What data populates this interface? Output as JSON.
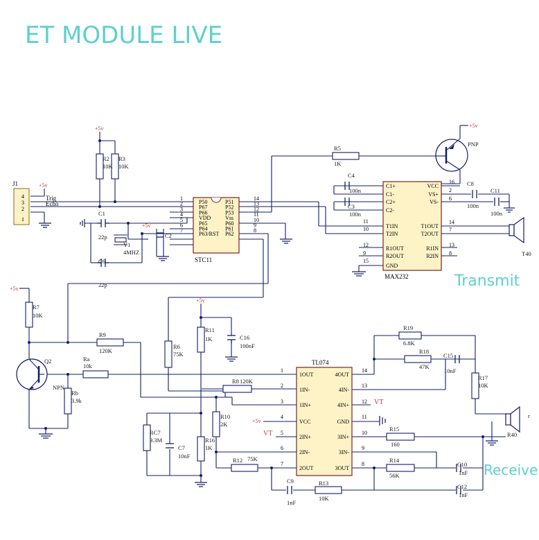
{
  "title": "ET MODULE LIVE",
  "sections": {
    "transmit": "Transmit",
    "receive": "Receive"
  },
  "colors": {
    "accent": "#5fd0cf",
    "ink": "#1a1a1a",
    "wire": "#111d6a"
  },
  "power": {
    "vcc": "+5v",
    "vt": "VT"
  },
  "j1": {
    "ref": "J1",
    "pins": [
      "4",
      "3",
      "2",
      "1"
    ],
    "nets": [
      "Trig",
      "Echo"
    ]
  },
  "mcu": {
    "ref": "STC11",
    "left_pins": [
      "P50",
      "P67",
      "P66",
      "VDD",
      "P65",
      "P64",
      "P63/RST"
    ],
    "right_pins": [
      "P51",
      "P52",
      "P53",
      "Vss",
      "P60",
      "P61",
      "P62"
    ],
    "left_nums": [
      "1",
      "2",
      "3",
      "4",
      "5",
      "6",
      "7"
    ],
    "right_nums": [
      "14",
      "13",
      "12",
      "11",
      "10",
      "9",
      "8"
    ]
  },
  "max232": {
    "ref": "MAX232",
    "left_pins": [
      "C1+",
      "C1-",
      "C2+",
      "C2-",
      "T1IN",
      "T2IN",
      "R1OUT",
      "R2OUT",
      "GND"
    ],
    "right_pins": [
      "VCC",
      "VS+",
      "VS-",
      "T1OUT",
      "T2OUT",
      "R1IN",
      "R2IN"
    ],
    "left_nums": [
      "11",
      "10",
      "12",
      "9",
      "15"
    ],
    "right_nums": [
      "16",
      "2",
      "6",
      "14",
      "7",
      "13",
      "8"
    ]
  },
  "tl074": {
    "ref": "TL074",
    "left_pins": [
      "1OUT",
      "1IN-",
      "1IN+",
      "VCC",
      "2IN+",
      "2IN-",
      "2OUT"
    ],
    "right_pins": [
      "4OUT",
      "4IN-",
      "4IN+",
      "GND",
      "3IN+",
      "3IN-",
      "3OUT"
    ],
    "left_nums": [
      "1",
      "2",
      "3",
      "4",
      "5",
      "6",
      "7"
    ],
    "right_nums": [
      "14",
      "13",
      "12",
      "11",
      "10",
      "9",
      "8"
    ]
  },
  "parts": {
    "R2": "R2",
    "R2v": "10K",
    "R3": "R3",
    "R3v": "10K",
    "R5": "R5",
    "R5v": "1K",
    "PNP": "PNP",
    "C1": "C1",
    "C1v": "22p",
    "C2": "C2",
    "C6": "C6",
    "C6v": "22p",
    "Y1": "Y1",
    "Y1v": "4MHZ",
    "C4": "C4",
    "C4v": "100n",
    "C3": "C3",
    "C3v": "100n",
    "C8": "C8",
    "C8v": "100n",
    "C11": "C11",
    "C11v": "100n",
    "T40": "T40",
    "R7": "R7",
    "R7v": "10K",
    "Q2": "Q2",
    "NPN": "NPN",
    "R9": "R9",
    "R9v": "120K",
    "Ra": "Ra",
    "Rav": "10k",
    "Rb": "Rb",
    "Rbv": "3.9k",
    "R11": "R11",
    "R11v": "1K",
    "C16": "C16",
    "C16v": "100nF",
    "R6": "R6",
    "R6v": "75K",
    "R8": "R8",
    "R8v": "120K",
    "R19": "R19",
    "R19v": "6.8K",
    "R18": "R18",
    "R18v": "47K",
    "C15": "C15",
    "C15v": "10nF",
    "R17": "R17",
    "R17v": "10K",
    "R40": "R40",
    "r": "r",
    "RC7": "RC7",
    "RC7v": "3.3M",
    "C7": "C7",
    "C7v": "10nF",
    "R10": "R10",
    "R10v": "2K",
    "R16": "R16",
    "R16v": "1K",
    "R15": "R15",
    "R15v": "160",
    "R12": "R12",
    "R12v": "75K",
    "R14": "R14",
    "R14v": "56K",
    "C10": "C10",
    "C10v": "1nF",
    "C9": "C9",
    "C9v": "1nF",
    "R13": "R13",
    "R13v": "10K",
    "C12": "C12",
    "C12v": "1nF"
  }
}
